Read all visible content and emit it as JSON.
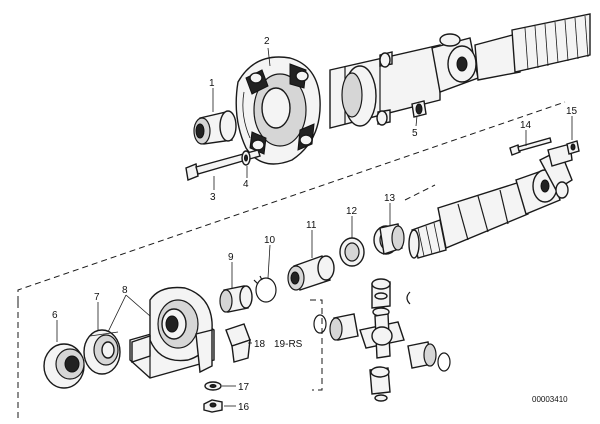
{
  "diagram": {
    "reference_number": "00003410",
    "part_labels": {
      "p1": "1",
      "p2": "2",
      "p3": "3",
      "p4": "4",
      "p5": "5",
      "p6": "6",
      "p7": "7",
      "p8": "8",
      "p9": "9",
      "p10": "10",
      "p11": "11",
      "p12": "12",
      "p13": "13",
      "p14": "14",
      "p15": "15",
      "p16": "16",
      "p17": "17",
      "p18": "18",
      "p19": "19-RS"
    }
  }
}
